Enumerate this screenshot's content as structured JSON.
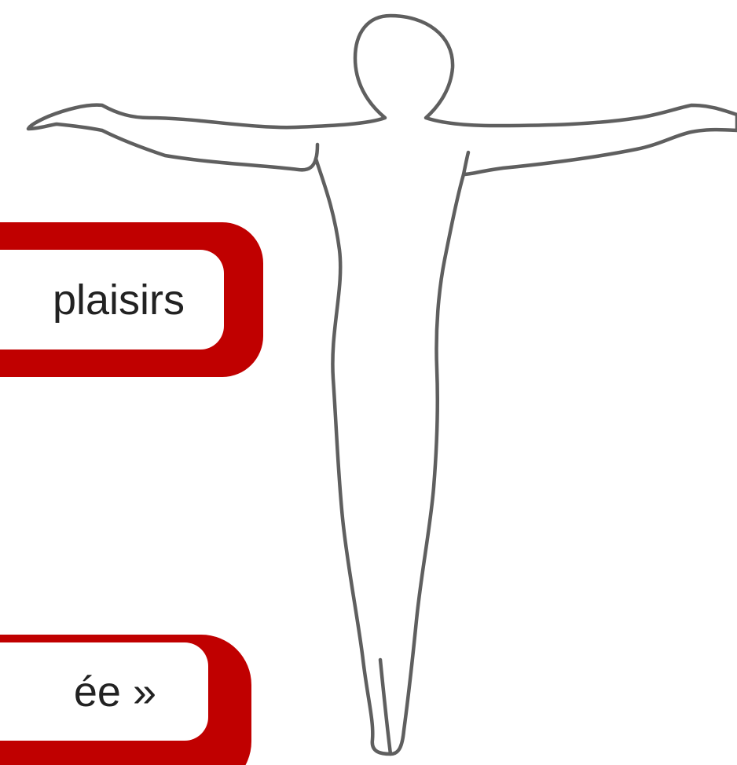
{
  "colors": {
    "accent_red": "#c00000",
    "outline_gray": "#5f5f5f",
    "box_fill": "#ffffff",
    "text": "#222222"
  },
  "callouts": [
    {
      "text": "plaisirs"
    },
    {
      "text": "ée »"
    }
  ],
  "figure": {
    "icon": "human-body-outline",
    "pose": "arms-outstretched"
  }
}
